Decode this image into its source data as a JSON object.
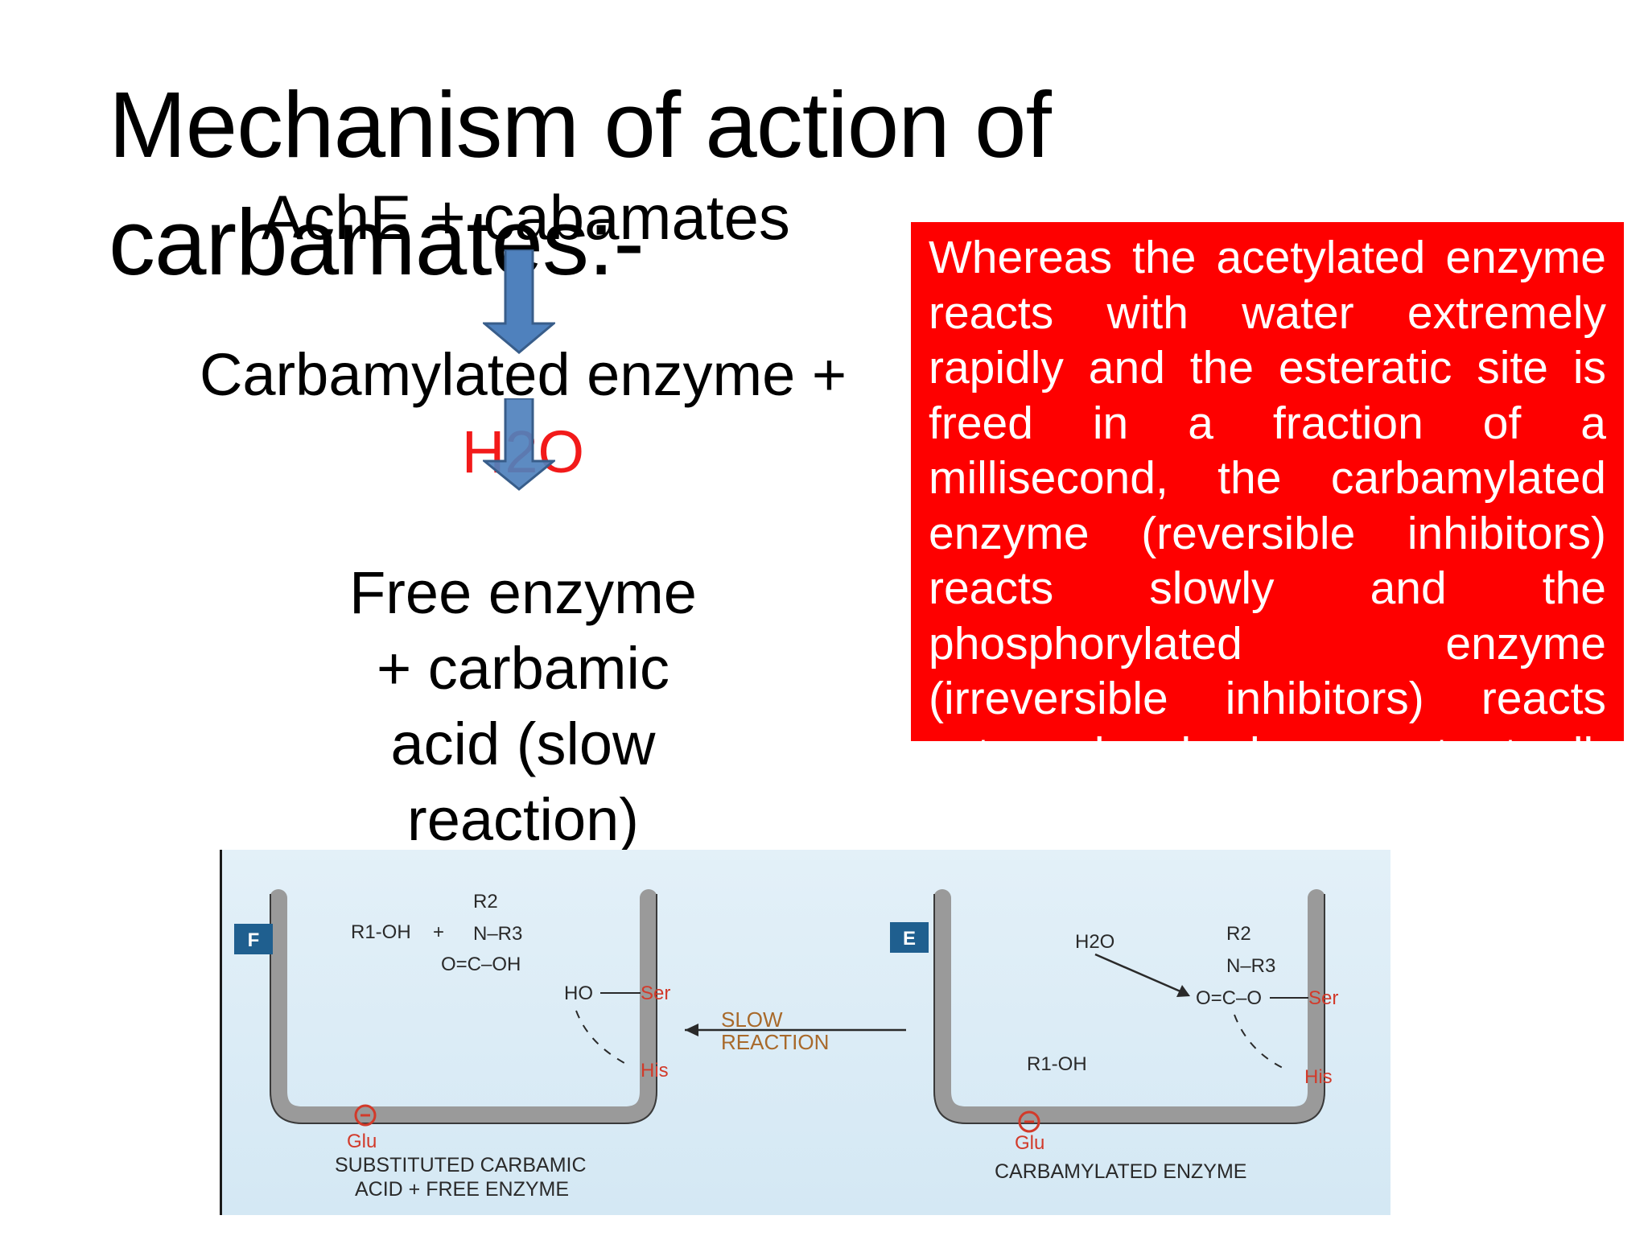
{
  "title": "Mechanism of action of carbamates:-",
  "steps": {
    "step1": "AchE + cabamates",
    "step2_line1": "Carbamylated enzyme +",
    "step2_water": "H2O",
    "step3_lines": [
      "Free enzyme",
      "+ carbamic",
      "acid  (slow",
      "reaction)"
    ]
  },
  "note": "Whereas the acetylated enzyme reacts with water extremely rapidly and the esteratic site is freed in a fraction of a millisecond, the carbamylated enzyme (reversible inhibitors) reacts slowly and the phosphorylated enzyme (irreversible inhibitors) reacts extremely slowly or not at all.",
  "colors": {
    "note_bg": "#fe0000",
    "water": "#f21a1a",
    "arrow_fill": "#4f81bd",
    "arrow_stroke": "#385d8a",
    "figure_bg": "#dcecf6",
    "badge": "#1f5f8f",
    "residue_red": "#d23a2a",
    "slow_reaction": "#a8692a"
  },
  "figure": {
    "panel_f": {
      "badge": "F",
      "caption_line1": "SUBSTITUTED CARBAMIC",
      "caption_line2": "ACID + FREE ENZYME",
      "alcohol": "R1-OH",
      "plus": "+",
      "r2": "R2",
      "n_r3": "N–R3",
      "acid": "O=C–OH",
      "ho": "HO",
      "ser": "Ser",
      "his": "His",
      "glu": "Glu"
    },
    "panel_e": {
      "badge": "E",
      "caption": "CARBAMYLATED ENZYME",
      "water": "H2O",
      "r2": "R2",
      "n_r3": "N–R3",
      "ester": "O=C–O",
      "alcohol": "R1-OH",
      "ser": "Ser",
      "his": "His",
      "glu": "Glu"
    },
    "reaction_line1": "SLOW",
    "reaction_line2": "REACTION"
  }
}
